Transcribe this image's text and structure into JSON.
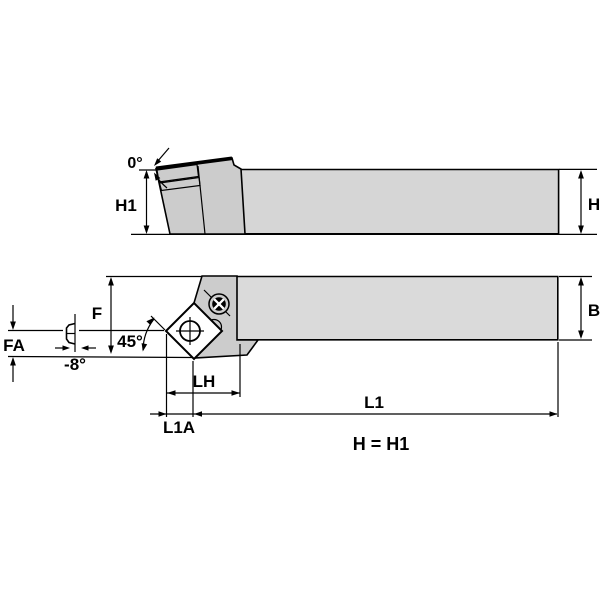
{
  "drawing": {
    "type": "technical-drawing",
    "subject": "turning-toolholder-45deg-lead",
    "note": "H = H1",
    "labels": {
      "rake_angle_side": "0°",
      "head_height": "H1",
      "shank_height": "H",
      "tip_to_back": "F",
      "tip_offset": "FA",
      "inclination": "-8°",
      "lead_angle": "45°",
      "shank_width": "B",
      "head_length": "LH",
      "overall_length": "L1",
      "tip_overhang": "L1A"
    },
    "colors": {
      "shank": "#d6d6d6",
      "bar": "#dadada",
      "head": "#cccccc",
      "insert": "#ffffff",
      "screw_dark": "#000000",
      "line": "#000000",
      "background": "#ffffff"
    }
  }
}
